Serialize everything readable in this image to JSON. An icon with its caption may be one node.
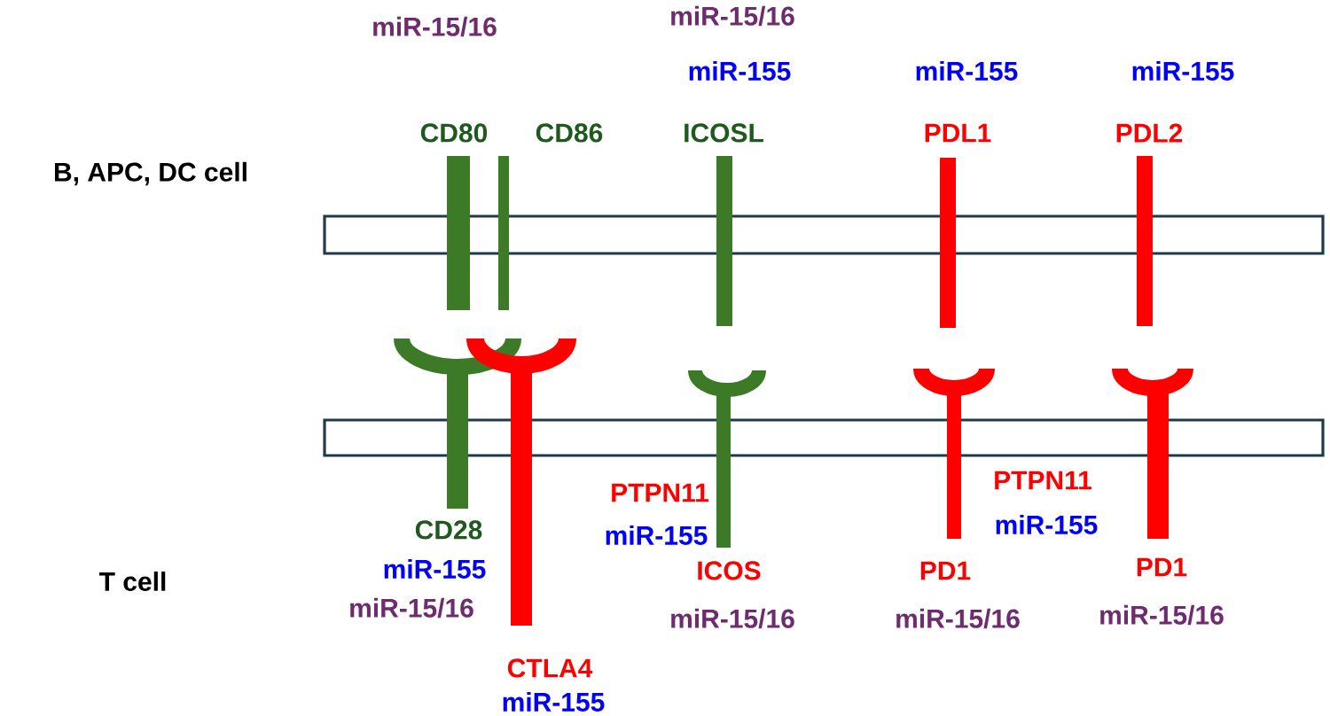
{
  "diagram": {
    "nodes": [
      {
        "text": [],
        "shape": "band"
      },
      {
        "text": [],
        "shape": "band"
      }
    ],
    "labels": [
      "miR-15/16",
      "miR-15/16",
      "miR-155",
      "miR-155",
      "miR-155",
      "CD80",
      "CD86",
      "ICOSL",
      "PDL1",
      "PDL2",
      "B, APC, DC cell",
      "PTPN11",
      "PTPN11",
      "CD28",
      "miR-155",
      "miR-155",
      "T cell",
      "miR-155",
      "ICOS",
      "PD1",
      "PD1",
      "miR-15/16",
      "miR-15/16",
      "miR-15/16",
      "miR-15/16",
      "CTLA4",
      "miR-155"
    ]
  }
}
